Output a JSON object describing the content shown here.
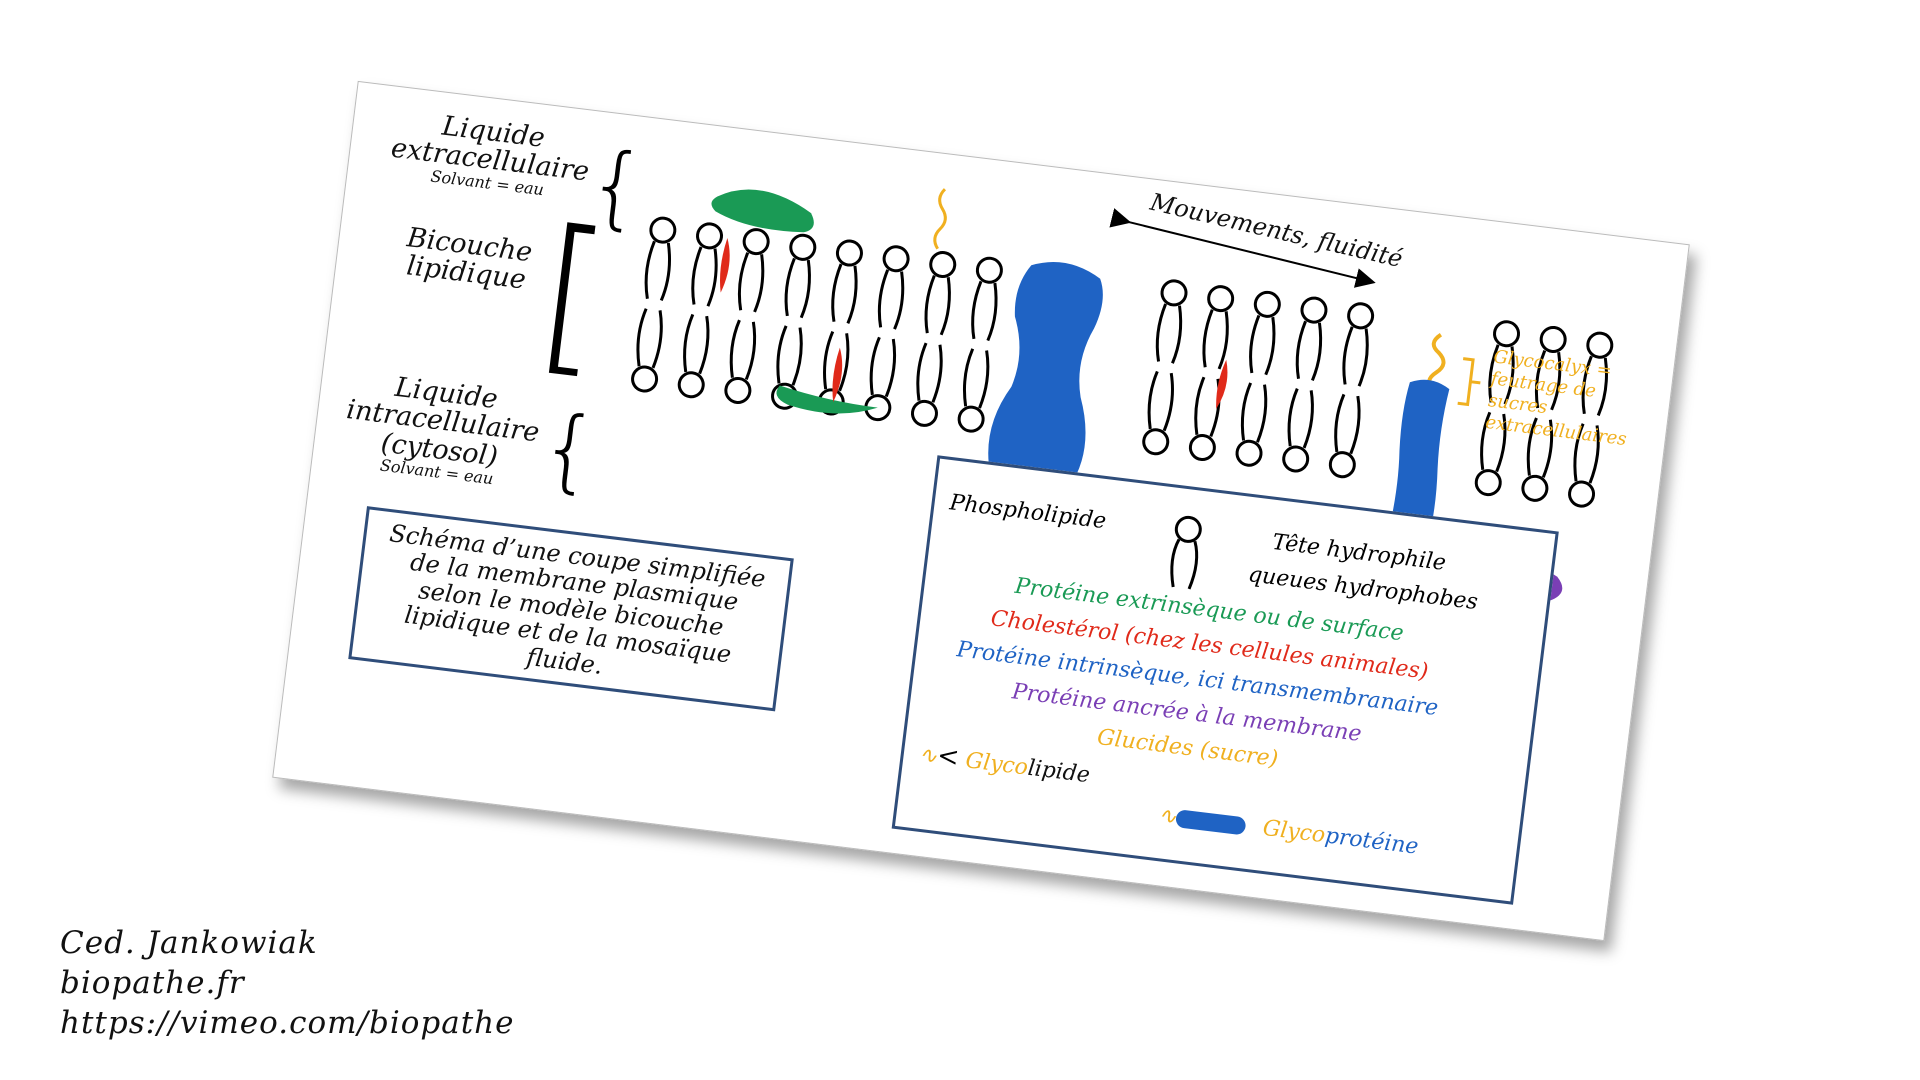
{
  "labels": {
    "liquide_extra": "Liquide",
    "liquide_extra_2": "extracellulaire",
    "solvant_extra": "Solvant = eau",
    "bicouche": "Bicouche",
    "bicouche_2": "lipidique",
    "liquide_intra": "Liquide",
    "liquide_intra_2": "intracellulaire",
    "liquide_intra_3": "(cytosol)",
    "solvant_intra": "Solvant = eau",
    "mouvements": "Mouvements, fluidité",
    "glycocalyx": "Glycocalyx =",
    "glycocalyx_2": "feutrage de",
    "glycocalyx_3": "sucres",
    "glycocalyx_4": "extracellulaires"
  },
  "caption": "Schéma d’une coupe simplifiée de la membrane plasmique selon le modèle bicouche lipidique et de la mosaïque fluide.",
  "legend": {
    "phospholipide": "Phospholipide",
    "tete": "Tête hydrophile",
    "queues": "queues hydrophobes",
    "proteine_extrinseque": "Protéine extrinsèque ou de surface",
    "cholesterol": "Cholestérol (chez les cellules animales)",
    "proteine_intrinseque": "Protéine intrinsèque, ici transmembranaire",
    "proteine_ancree": "Protéine ancrée à la membrane",
    "glucides": "Glucides (sucre)",
    "glyco_a": "Glyco",
    "lipide": "lipide",
    "glyco_b": "Glyco",
    "proteine": "protéine"
  },
  "colors": {
    "extrinsic": "#1a9a55",
    "cholesterol": "#e02a1a",
    "intrinsic": "#1f63c4",
    "anchored": "#7a3fb5",
    "sugar": "#f0b020",
    "border": "#2f4d7a"
  },
  "credits": {
    "line1": "Ced. Jankowiak",
    "line2": "biopathe.fr",
    "line3": "https://vimeo.com/biopathe"
  }
}
